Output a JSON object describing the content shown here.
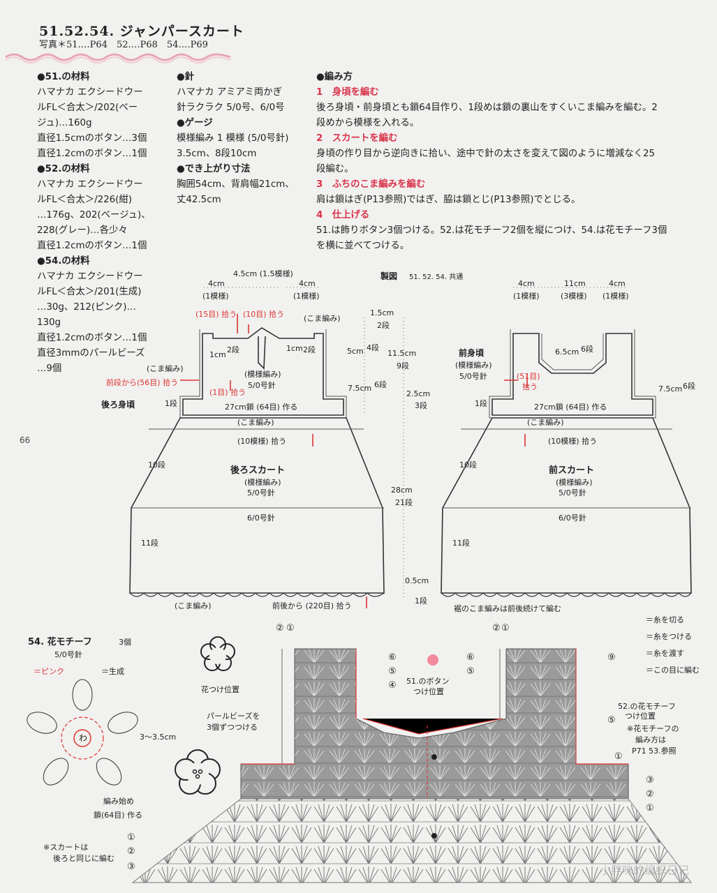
{
  "header": {
    "title": "51.52.54. ジャンパースカート",
    "photo_line": "写真＊51.…P64　52.…P68　54.…P69"
  },
  "materials": [
    "●51.の材料",
    "ハマナカ エクシードウー",
    "ルFL＜合太＞/202(ベー",
    "ジュ)…160g",
    "直径1.5cmのボタン…3個",
    "直径1.2cmのボタン…1個",
    "●52.の材料",
    "ハマナカ エクシードウー",
    "ルFL＜合太＞/226(紺)",
    "…176g、202(ベージュ)、",
    "228(グレー)…各少々",
    "直径1.2cmのボタン…1個",
    "●54.の材料",
    "ハマナカ エクシードウー",
    "ルFL＜合太＞/201(生成)",
    "…30g、212(ピンク)…",
    "130g",
    "直径1.2cmのボタン…1個",
    "直径3mmのパールビーズ",
    "…9個"
  ],
  "tools": [
    "●針",
    "ハマナカ アミアミ両かぎ",
    "針ラクラク 5/0号、6/0号",
    "●ゲージ",
    "模様編み 1 模様 (5/0号針)",
    "3.5cm、8段10cm",
    "●でき上がり寸法",
    "胸囲54cm、背肩幅21cm、",
    "丈42.5cm"
  ],
  "method": {
    "heading": "●編み方",
    "steps": [
      {
        "title": "1　身頃を編む",
        "lines": [
          "後ろ身頃・前身頃とも鎖64目作り、1段めは鎖の裏山をすくいこま編みを編む。2",
          "段めから模様を入れる。"
        ]
      },
      {
        "title": "2　スカートを編む",
        "lines": [
          "身頃の作り目から逆向きに拾い、途中で針の太さを変えて図のように増減なく25",
          "段編む。"
        ]
      },
      {
        "title": "3　ふちのこま編みを編む",
        "lines": [
          "肩は鎖はぎ(P13参照)ではぎ、脇は鎖とじ(P13参照)でとじる。"
        ]
      },
      {
        "title": "4　仕上げる",
        "lines": [
          "51.は飾りボタン3個つける。52.は花モチーフ2個を縦につけ、54.は花モチーフ3個",
          "を横に並べてつける。"
        ]
      }
    ]
  },
  "diagram": {
    "title": "製図",
    "title_note": "51. 52. 54. 共通",
    "back_top": [
      "4.5cm (1.5模様)",
      "4cm",
      "(1模様)",
      "4cm",
      "(1模様)"
    ],
    "front_top": [
      "4cm",
      "(1模様)",
      "11cm",
      "(3模様)",
      "4cm",
      "(1模様)"
    ],
    "back_labels": [
      "(15目) 拾う",
      "(10目) 拾う",
      "(こま編み)",
      "1cm",
      "2段",
      "1cm",
      "2段",
      "(こま編み)",
      "前段から(56目) 拾う",
      "(1目) 拾う",
      "(模様編み)",
      "5/0号針",
      "5cm",
      "4段",
      "1段",
      "27cm鎖 (64目) 作る",
      "後ろ身頃",
      "(こま編み)",
      "(10模様) 拾う"
    ],
    "right_measure": [
      "1.5cm",
      "2段",
      "11.5cm",
      "9段",
      "7.5cm",
      "6段",
      "2.5cm",
      "3段",
      "28cm",
      "21段",
      "0.5cm",
      "1段"
    ],
    "front_labels": [
      "前身頃",
      "(模様編み)",
      "5/0号針",
      "(51目)",
      "拾う",
      "6.5cm",
      "6段",
      "7.5cm",
      "6段",
      "1段",
      "27cm鎖 (64目) 作る",
      "(こま編み)",
      "(10模様) 拾う"
    ],
    "skirt_back": [
      "後ろスカート",
      "(模様編み)",
      "5/0号針",
      "6/0号針",
      "10段",
      "11段",
      "(こま編み)",
      "前後から (220目) 拾う"
    ],
    "skirt_front": [
      "前スカート",
      "(模様編み)",
      "5/0号針",
      "6/0号針",
      "10段",
      "11段",
      "裾のこま編みは前後続けて編む"
    ],
    "page_number": "66"
  },
  "motif": {
    "title": "54. 花モチーフ",
    "count": "3個",
    "needle": "5/0号針",
    "legend_pink": "＝ピンク",
    "legend_white": "＝生成",
    "flower_pos": "花つけ位置",
    "pearl": [
      "パールビーズを",
      "3個ずつつける"
    ],
    "size": "3〜3.5cm",
    "center": "わ"
  },
  "chart": {
    "start": [
      "編み始め",
      "鎖(64目) 作る"
    ],
    "button": [
      "51.のボタン",
      "つけ位置"
    ],
    "skirt_note": [
      "※スカートは",
      "後ろと同じに編む"
    ],
    "legend": [
      "＝糸を切る",
      "＝糸をつける",
      "＝糸を渡す",
      "＝この目に編む"
    ],
    "motif_pos": [
      "52.の花モチーフ",
      "つけ位置"
    ],
    "motif_ref": [
      "※花モチーフの",
      "編み方は",
      "P71  53.参照"
    ],
    "circles": [
      "①",
      "②",
      "③",
      "④",
      "⑤",
      "⑥",
      "⑨"
    ]
  },
  "watermark": "小胖咪的编织日记"
}
